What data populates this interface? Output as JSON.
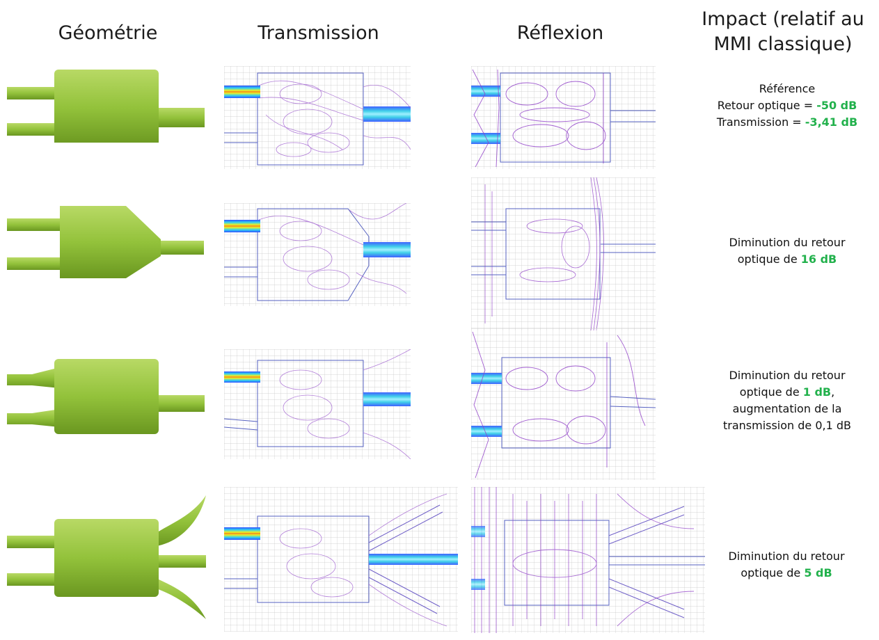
{
  "headers": {
    "geometry": "Géométrie",
    "transmission": "Transmission",
    "reflection": "Réflexion",
    "impact_line1": "Impact (relatif au",
    "impact_line2": "MMI classique)"
  },
  "colors": {
    "shape_fill_top": "#a9cf52",
    "shape_fill_bottom": "#6e9b22",
    "accent_green": "#22b14c",
    "grid": "#c8c8c8",
    "outline": "#5560c0",
    "contour": "#a060d0"
  },
  "rows": [
    {
      "geometry": "classic",
      "impact": {
        "line1": "Référence",
        "line2_prefix": "Retour optique = ",
        "line2_value": "-50 dB",
        "line3_prefix": "Transmission = ",
        "line3_value": "-3,41 dB"
      }
    },
    {
      "geometry": "tapered-output",
      "impact": {
        "line1": "Diminution du retour",
        "line2_prefix": "optique de ",
        "line2_value": "16 dB"
      }
    },
    {
      "geometry": "tapered-inputs",
      "impact": {
        "line1": "Diminution du retour",
        "line2_prefix": "optique de ",
        "line2_value": "1 dB",
        "line2_suffix": ",",
        "line3": "augmentation de la",
        "line4": "transmission de 0,1 dB"
      }
    },
    {
      "geometry": "curved-arms",
      "impact": {
        "line1": "Diminution du retour",
        "line2_prefix": "optique de ",
        "line2_value": "5 dB"
      }
    }
  ]
}
